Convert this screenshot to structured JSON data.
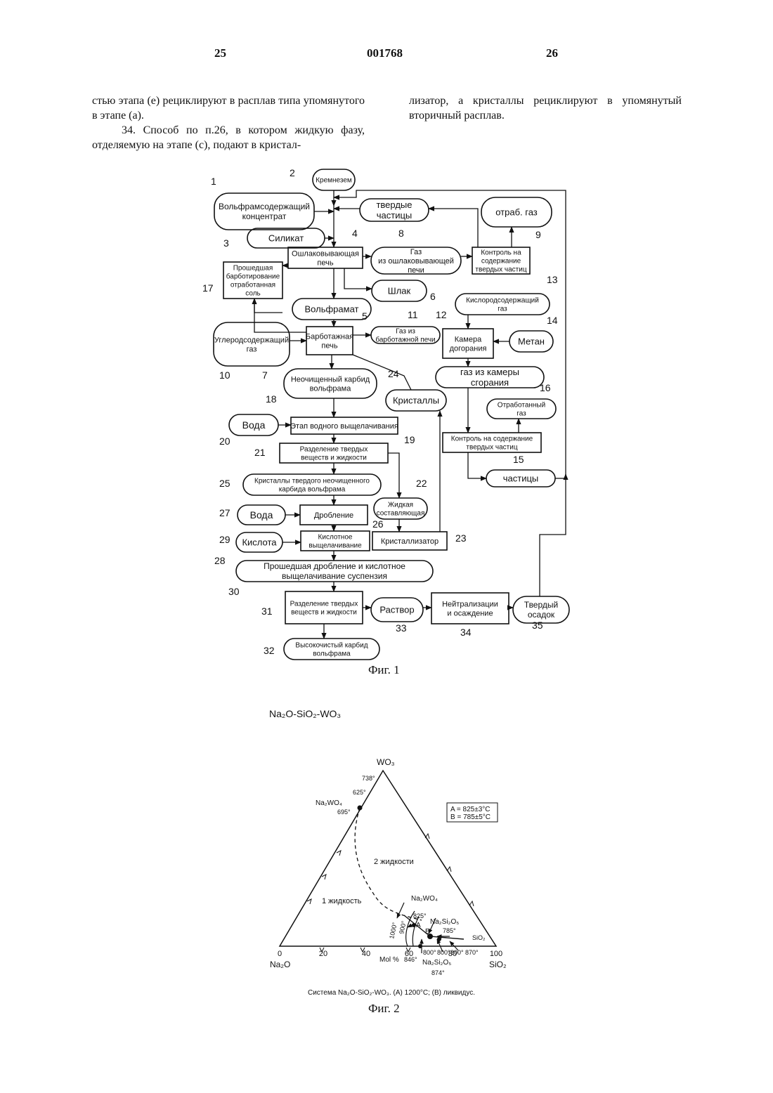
{
  "header": {
    "page_left": "25",
    "doc_number": "001768",
    "page_right": "26"
  },
  "text_left": {
    "p1": "стью этапа (е) рециклируют в расплав типа упомянутого в этапе (а).",
    "p2": "34. Способ по п.26, в котором жидкую фазу, отделяемую на этапе (с), подают в кристал-"
  },
  "text_right": {
    "p1": "лизатор, а кристаллы рециклируют в упомянутый вторичный расплав."
  },
  "fig1": {
    "caption": "Фиг. 1",
    "nodes": {
      "n1": {
        "num": "1",
        "line1": "Вольфрамсодержащий",
        "line2": "концентрат"
      },
      "n2": {
        "num": "2",
        "line1": "Кремнезем"
      },
      "solids": {
        "line1": "твердые",
        "line2": "частицы"
      },
      "offgas": {
        "line1": "отраб. газ"
      },
      "n3": {
        "num": "3",
        "line1": "Силикат"
      },
      "n4": {
        "num": "4",
        "line1": "Ошлаковывающая",
        "line2": "печь"
      },
      "n8": {
        "num": "8",
        "line1": "Газ",
        "line2": "из ошлаковывающей",
        "line3": "печи"
      },
      "n9": {
        "num": "9",
        "line1": "Контроль на",
        "line2": "содержание",
        "line3": "твердых частиц"
      },
      "n17": {
        "num": "17",
        "line1": "Прошедшая",
        "line2": "барботирование",
        "line3": "отработанная",
        "line4": "соль"
      },
      "n6": {
        "num": "6",
        "line1": "Шлак"
      },
      "n13": {
        "num": "13",
        "line1": "Кислородсодержащий",
        "line2": "газ"
      },
      "n5": {
        "num": "5",
        "line1": "Вольфрамат"
      },
      "n10": {
        "num": "10",
        "line1": "Углеродсодержащий",
        "line2": "газ"
      },
      "n7": {
        "num": "7",
        "line1": "Барботажная",
        "line2": "печь"
      },
      "n11": {
        "num": "11",
        "line1": "Газ   из",
        "line2": "барботажной печи"
      },
      "n12": {
        "num": "12",
        "line1": "Камера",
        "line2": "догорания"
      },
      "n14": {
        "num": "14",
        "line1": "Метан"
      },
      "combgas": {
        "line1": "газ из камеры",
        "line2": "сгорания"
      },
      "n18": {
        "num": "18",
        "line1": "Неочищенный карбид",
        "line2": "вольфрама"
      },
      "n24": {
        "num": "24",
        "line1": "Кристаллы"
      },
      "n16": {
        "num": "16",
        "line1": "Отработанный",
        "line2": "газ"
      },
      "n20": {
        "num": "20",
        "line1": "Вода"
      },
      "n19": {
        "num": "19",
        "line1": "Этап водного выщелачивания"
      },
      "n15": {
        "num": "15",
        "line1": "Контроль на содержание",
        "line2": "твердых частиц"
      },
      "n21": {
        "num": "21",
        "line1": "Разделение твердых",
        "line2": "веществ и жидкости"
      },
      "particles": {
        "line1": "частицы"
      },
      "n25": {
        "num": "25",
        "line1": "Кристаллы твердого неочищенного",
        "line2": "карбида  вольфрама"
      },
      "n22": {
        "num": "22",
        "line1": "Жидкая",
        "line2": "составляющая"
      },
      "n27": {
        "num": "27",
        "line1": "Вода"
      },
      "n26": {
        "num": "26",
        "line1": "Дробление"
      },
      "n29": {
        "num": "29",
        "line1": "Кислота"
      },
      "n28": {
        "num": "28",
        "line1": "Кислотное",
        "line2": "выщелачивание"
      },
      "n23": {
        "num": "23",
        "line1": "Кристаллизатор"
      },
      "n30": {
        "num": "30",
        "line1": "Прошедшая дробление и кислотное",
        "line2": "выщелачивание суспензия"
      },
      "n31": {
        "num": "31",
        "line1": "Разделение твердых",
        "line2": "веществ и жидкости"
      },
      "n33": {
        "num": "33",
        "line1": "Раствор"
      },
      "n34": {
        "num": "34",
        "line1": "Нейтрализации",
        "line2": "и осаждение"
      },
      "n35": {
        "num": "35",
        "line1": "Твердый",
        "line2": "осадок"
      },
      "n32": {
        "num": "32",
        "line1": "Высокочистый карбид",
        "line2": "вольфрама"
      }
    }
  },
  "fig2": {
    "title": "Na₂O-SiO₂-WO₃",
    "caption": "Фиг. 2",
    "subcaption": "Система  Na₂O-SiO₂-WO₃. (A) 1200°C; (B) ликвидус.",
    "apex_top": "WO₃",
    "apex_left": "Na₂O",
    "apex_right": "SiO₂",
    "axis_ticks": [
      "0",
      "20",
      "40",
      "60",
      "80",
      "100"
    ],
    "axis_unit": "Mol %",
    "legend_a": "A = 825±3°C",
    "legend_b": "B = 785±5°C",
    "region_two_liquids": "2 жидкости",
    "region_one_liquid": "1 жидкость",
    "labels": {
      "t738": "738°",
      "t625": "625°",
      "na2wo4_top": "Na₂WO₄",
      "t695": "695°",
      "na2wo4_mid": "Na₂WO₄",
      "t825": "825°",
      "na2si2o5_mid": "Na₂Si₂O₅",
      "t785": "785°",
      "sio2_mid": "SiO₂",
      "t1000": "1000°",
      "t900": "900°",
      "pt_a": "A",
      "pt_b": "B",
      "t800a": "800°",
      "t800b": "800°",
      "t800c": "800°",
      "t870": "870°",
      "t846": "846°",
      "na2si2o5_bottom": "Na₂Si₂O₅",
      "t874": "874°"
    }
  }
}
